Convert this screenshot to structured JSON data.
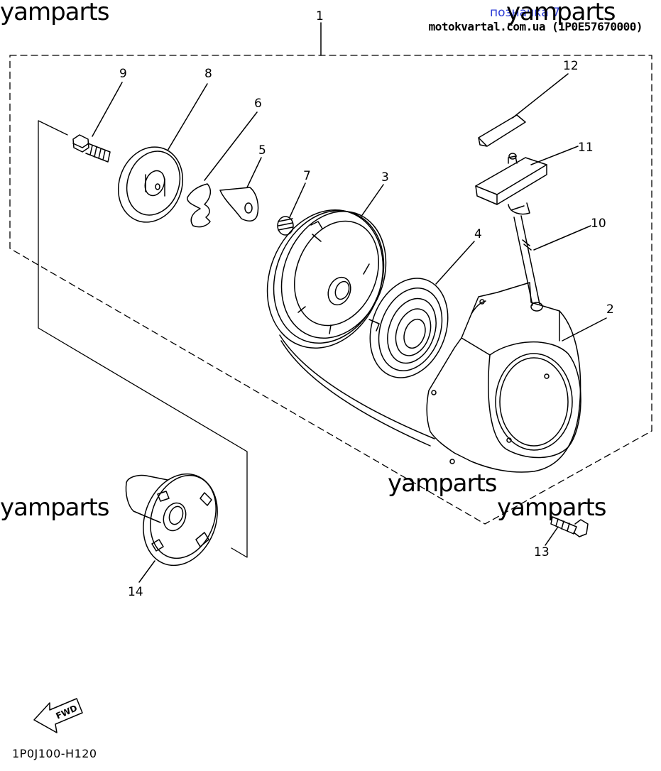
{
  "header": {
    "tag_text": "позначка 7",
    "source_text": "motokvartal.com.ua (1P0E57670000)"
  },
  "watermarks": [
    "yamparts",
    "yamparts",
    "yamparts",
    "yamparts",
    "yamparts"
  ],
  "callouts": [
    "1",
    "2",
    "3",
    "4",
    "5",
    "6",
    "7",
    "8",
    "9",
    "10",
    "11",
    "12",
    "13",
    "14"
  ],
  "fwd_label": "FWD",
  "drawing_code": "1P0J100-H120"
}
